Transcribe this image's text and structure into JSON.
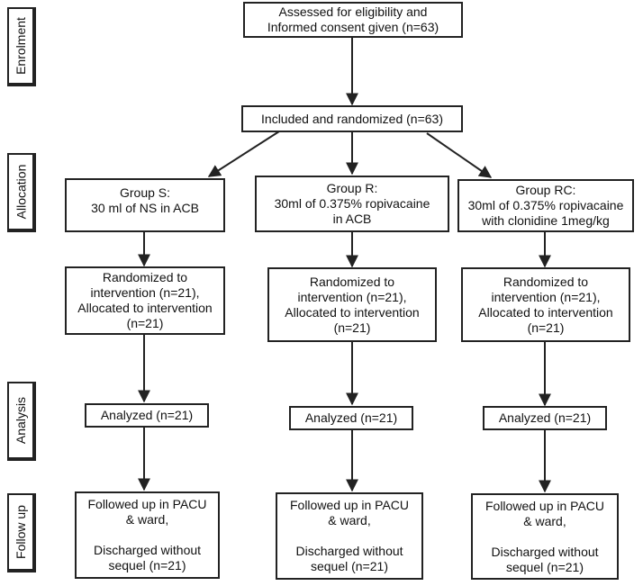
{
  "stages": [
    "Enrolment",
    "Allocation",
    "Analysis",
    "Follow up"
  ],
  "enrolment": {
    "line1": "Assessed for eligibility and",
    "line2": "Informed consent given (n=63)"
  },
  "randomized": {
    "text": "Included and randomized (n=63)"
  },
  "groups": [
    {
      "allocation": [
        "Group S:",
        "30 ml of NS in ACB"
      ],
      "intervention": [
        "Randomized to",
        "intervention (n=21),",
        "Allocated to intervention",
        "(n=21)"
      ],
      "analysis": "Analyzed (n=21)",
      "followup": [
        "Followed up in PACU",
        "& ward,",
        "Discharged without",
        "sequel (n=21)"
      ]
    },
    {
      "allocation": [
        "Group R:",
        "30ml of 0.375% ropivacaine",
        "in ACB"
      ],
      "intervention": [
        "Randomized to",
        "intervention (n=21),",
        "Allocated to intervention",
        "(n=21)"
      ],
      "analysis": "Analyzed (n=21)",
      "followup": [
        "Followed up in PACU",
        "& ward,",
        "Discharged without",
        "sequel (n=21)"
      ]
    },
    {
      "allocation": [
        "Group RC:",
        "30ml of 0.375% ropivacaine",
        "with clonidine 1meg/kg"
      ],
      "intervention": [
        "Randomized to",
        "intervention (n=21),",
        "Allocated to intervention",
        "(n=21)"
      ],
      "analysis": "Analyzed (n=21)",
      "followup": [
        "Followed up in PACU",
        "& ward,",
        "Discharged without",
        "sequel (n=21)"
      ]
    }
  ]
}
